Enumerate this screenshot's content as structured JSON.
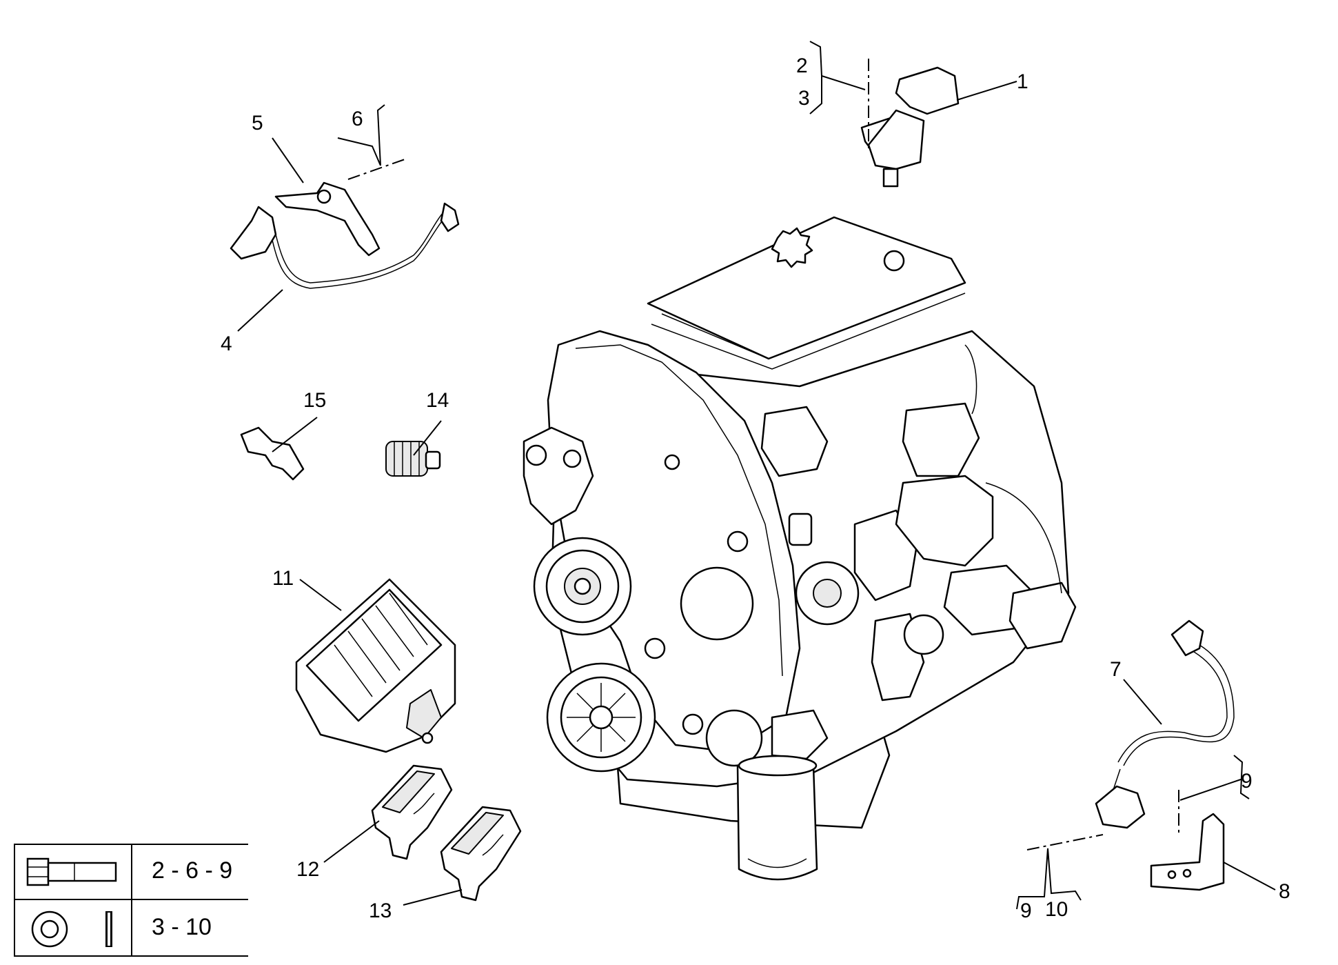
{
  "callouts": [
    {
      "id": "1",
      "label": "1"
    },
    {
      "id": "2",
      "label": "2"
    },
    {
      "id": "3",
      "label": "3"
    },
    {
      "id": "4",
      "label": "4"
    },
    {
      "id": "5",
      "label": "5"
    },
    {
      "id": "6",
      "label": "6"
    },
    {
      "id": "7",
      "label": "7"
    },
    {
      "id": "8",
      "label": "8"
    },
    {
      "id": "9a",
      "label": "9"
    },
    {
      "id": "9b",
      "label": "9"
    },
    {
      "id": "10",
      "label": "10"
    },
    {
      "id": "11",
      "label": "11"
    },
    {
      "id": "12",
      "label": "12"
    },
    {
      "id": "13",
      "label": "13"
    },
    {
      "id": "14",
      "label": "14"
    },
    {
      "id": "15",
      "label": "15"
    }
  ],
  "legend": {
    "rows": [
      {
        "icon": "bolt-icon",
        "parts": "2 - 6 - 9"
      },
      {
        "icon": "washer-icon",
        "parts": "3 - 10"
      }
    ]
  }
}
